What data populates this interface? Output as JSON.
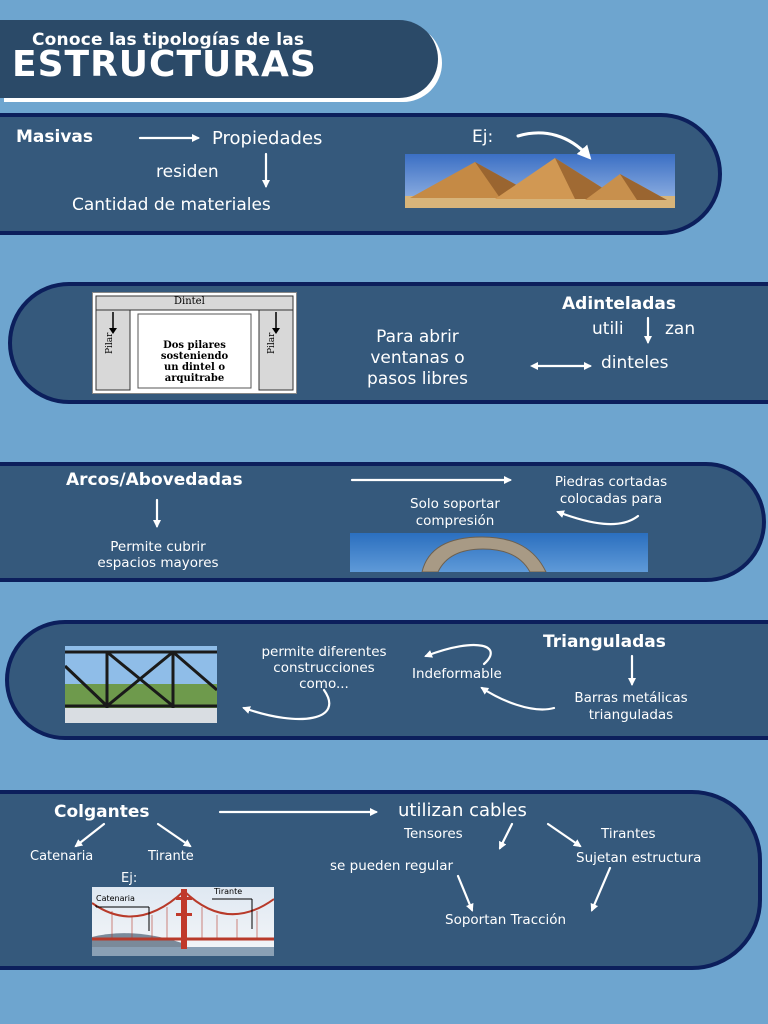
{
  "header": {
    "subtitle": "Conoce las tipologías de las",
    "title": "ESTRUCTURAS"
  },
  "masivas": {
    "label": "Masivas",
    "propiedades": "Propiedades",
    "residen": "residen",
    "cantidad": "Cantidad de materiales",
    "ej": "Ej:"
  },
  "adinteladas": {
    "label": "Adinteladas",
    "utilizan_a": "utili",
    "utilizan_b": "zan",
    "dinteles": "dinteles",
    "para1": "Para abrir",
    "para2": "ventanas o",
    "para3": "pasos libres",
    "diagram": {
      "dintel": "Dintel",
      "pilar": "Pilar",
      "desc1": "Dos pilares",
      "desc2": "sosteniendo",
      "desc3": "un dintel o",
      "desc4": "arquitrabe"
    }
  },
  "arcos": {
    "label": "Arcos/Abovedadas",
    "piedras1": "Piedras cortadas",
    "piedras2": "colocadas para",
    "solo1": "Solo soportar",
    "solo2": "compresión",
    "permite1": "Permite cubrir",
    "permite2": "espacios mayores"
  },
  "trianguladas": {
    "label": "Trianguladas",
    "barras1": "Barras metálicas",
    "barras2": "trianguladas",
    "indeformable": "Indeformable",
    "permite1": "permite diferentes",
    "permite2": "construcciones",
    "permite3": "como..."
  },
  "colgantes": {
    "label": "Colgantes",
    "cables": "utilizan cables",
    "tensores": "Tensores",
    "tirantes": "Tirantes",
    "regular": "se pueden regular",
    "sujetan": "Sujetan estructura",
    "traccion": "Soportan Tracción",
    "catenaria": "Catenaria",
    "tirante": "Tirante",
    "ej": "Ej:",
    "img_catenaria": "Catenaria",
    "img_tirante": "Tirante"
  },
  "colors": {
    "background": "#6ea5cf",
    "band": "#35597c",
    "border": "#0c1f5c",
    "title_bg": "#2b4a68"
  }
}
